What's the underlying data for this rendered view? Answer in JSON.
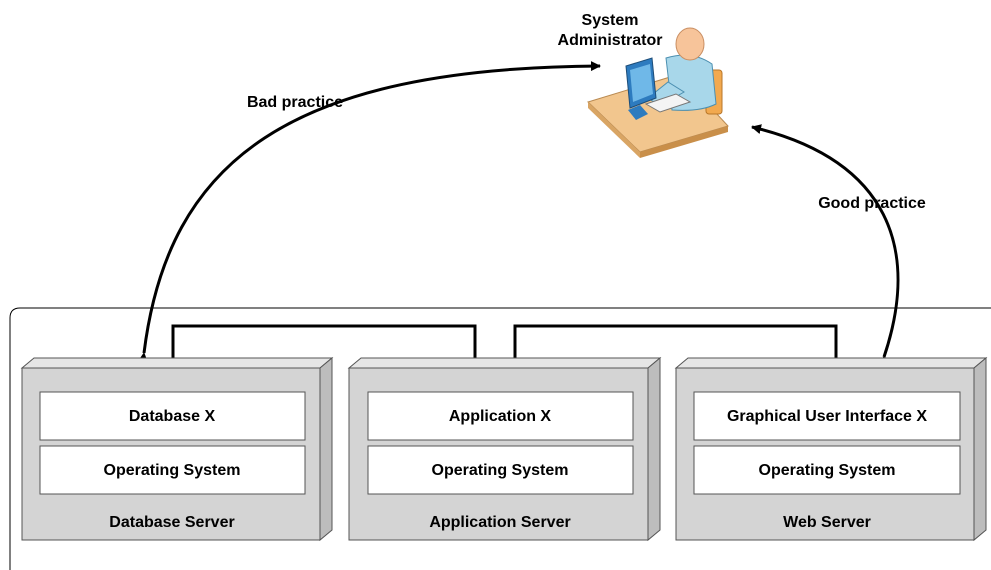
{
  "admin": {
    "label_line1": "System",
    "label_line2": "Administrator"
  },
  "connections": {
    "bad_label": "Bad practice",
    "good_label": "Good practice"
  },
  "servers": [
    {
      "name": "Database Server",
      "app": "Database X",
      "os": "Operating System"
    },
    {
      "name": "Application Server",
      "app": "Application X",
      "os": "Operating System"
    },
    {
      "name": "Web Server",
      "app": "Graphical User Interface X",
      "os": "Operating System"
    }
  ],
  "colors": {
    "server_front": "#d4d4d4",
    "server_side": "#bdbdbd",
    "server_top": "#e6e6e6",
    "inner_box": "#ffffff",
    "line": "#000000",
    "desk": "#f0c48a",
    "skin": "#f7c49a",
    "shirt": "#a9d8ea",
    "monitor": "#2b7bbf"
  }
}
